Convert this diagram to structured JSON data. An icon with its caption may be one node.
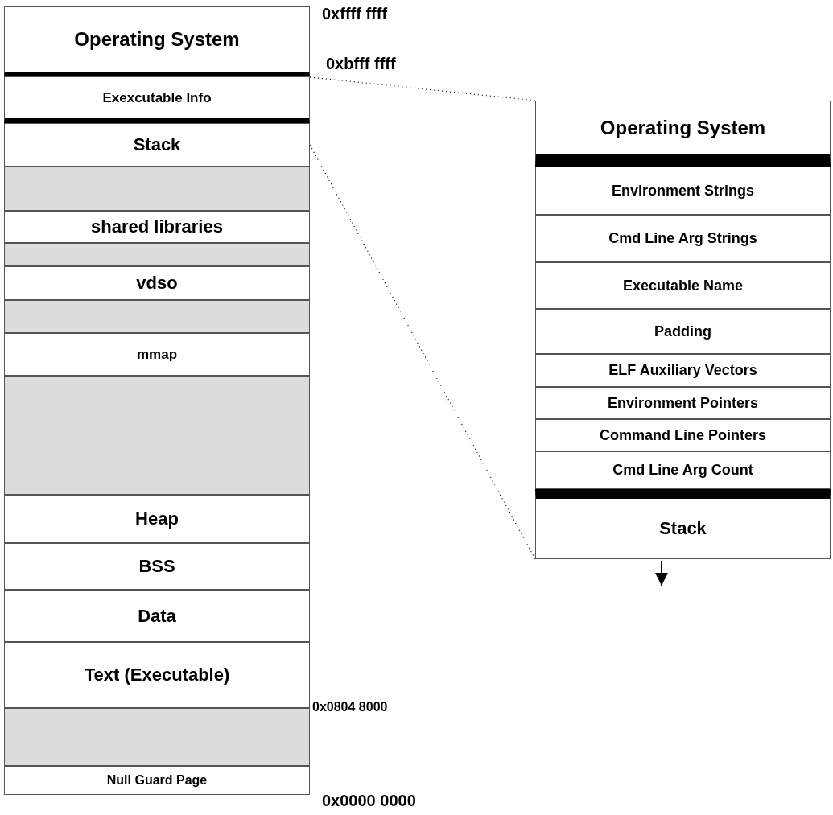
{
  "diagram": {
    "nodes": [
      {
        "text": [
          "Operating System"
        ]
      },
      {
        "text": [
          "Exexcutable Info"
        ]
      },
      {
        "text": [
          "Stack"
        ]
      },
      {
        "text": [],
        "shape": "box"
      },
      {
        "text": [
          "shared libraries"
        ]
      },
      {
        "text": [],
        "shape": "box"
      },
      {
        "text": [
          "vdso"
        ]
      },
      {
        "text": [],
        "shape": "box"
      },
      {
        "text": [
          "mmap"
        ]
      },
      {
        "text": [],
        "shape": "box"
      },
      {
        "text": [
          "Heap"
        ]
      },
      {
        "text": [
          "BSS"
        ]
      },
      {
        "text": [
          "Data"
        ]
      },
      {
        "text": [
          "Text (Executable)"
        ]
      },
      {
        "text": [],
        "shape": "box"
      },
      {
        "text": [
          "Null Guard Page"
        ]
      },
      {
        "text": [
          "Operating System"
        ]
      },
      {
        "text": [
          "Environment Strings"
        ]
      },
      {
        "text": [
          "Cmd Line Arg Strings"
        ]
      },
      {
        "text": [
          "Executable Name"
        ]
      },
      {
        "text": [
          "Padding"
        ]
      },
      {
        "text": [
          "ELF Auxiliary Vectors"
        ]
      },
      {
        "text": [
          "Environment Pointers"
        ]
      },
      {
        "text": [
          "Command Line Pointers"
        ]
      },
      {
        "text": [
          "Cmd Line Arg Count"
        ]
      },
      {
        "text": [
          "Stack"
        ]
      }
    ],
    "edges": [
      {
        "from": 1,
        "to": 16,
        "arrow": "none",
        "style": "dashed"
      },
      {
        "from": 2,
        "to": 25,
        "arrow": "none",
        "style": "dashed"
      }
    ],
    "labels": [
      "0xffff ffff",
      "0xbfff ffff",
      "0x0804 8000",
      "0x0000 0000"
    ]
  }
}
